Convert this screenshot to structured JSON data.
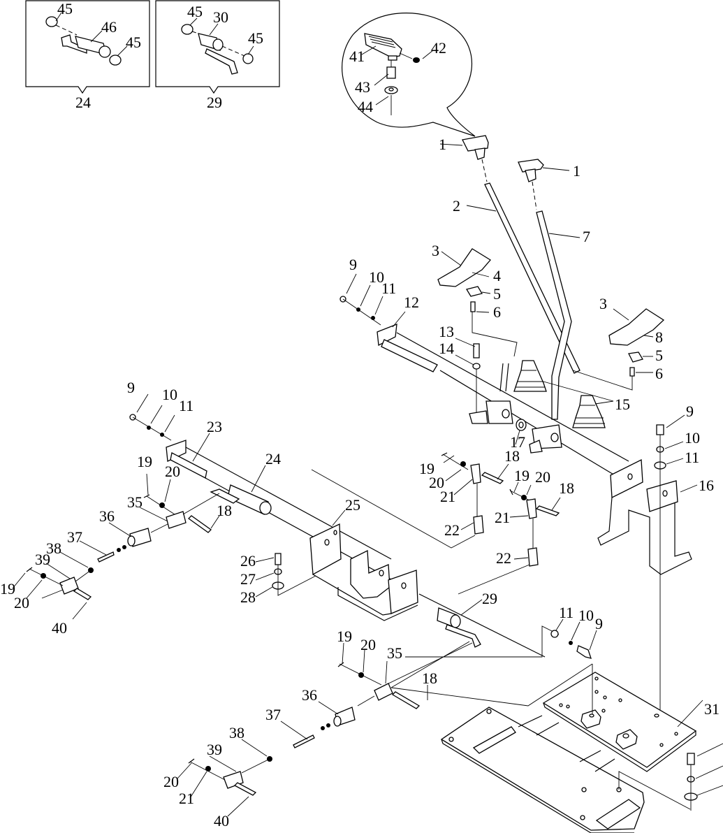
{
  "diagram": {
    "title": "Control lever and linkage assembly (exploded view)",
    "inset_boxes": [
      {
        "id": "inset-24",
        "ref": "24",
        "callouts": [
          "45",
          "46",
          "45"
        ]
      },
      {
        "id": "inset-29",
        "ref": "29",
        "callouts": [
          "45",
          "30",
          "45"
        ]
      }
    ],
    "detail_bubble": {
      "callouts": [
        "41",
        "42",
        "43",
        "44"
      ],
      "points_to": "1"
    },
    "labels": {
      "l45a": "45",
      "l46": "46",
      "l45b": "45",
      "l24inset": "24",
      "l45c": "45",
      "l30": "30",
      "l45d": "45",
      "l29inset": "29",
      "l41": "41",
      "l42": "42",
      "l43": "43",
      "l44": "44",
      "l1a": "1",
      "l1b": "1",
      "l2": "2",
      "l7": "7",
      "l3a": "3",
      "l4": "4",
      "l5a": "5",
      "l6a": "6",
      "l3b": "3",
      "l8": "8",
      "l5b": "5",
      "l6b": "6",
      "l9a": "9",
      "l10a": "10",
      "l11a": "11",
      "l12": "12",
      "l13": "13",
      "l14": "14",
      "l15": "15",
      "l16": "16",
      "l17": "17",
      "l9b": "9",
      "l10b": "10",
      "l11b": "11",
      "l19a": "19",
      "l20a": "20",
      "l21a": "21",
      "l22a": "22",
      "l18a": "18",
      "l19b": "19",
      "l20b": "20",
      "l21b": "21",
      "l22b": "22",
      "l18b": "18",
      "l9c": "9",
      "l10c": "10",
      "l11c": "11",
      "l23": "23",
      "l24": "24",
      "l19c": "19",
      "l20c": "20",
      "l35a": "35",
      "l18c": "18",
      "l36a": "36",
      "l37a": "37",
      "l38a": "38",
      "l39a": "39",
      "l19d": "19",
      "l20d": "20",
      "l40a": "40",
      "l25": "25",
      "l26": "26",
      "l27": "27",
      "l28": "28",
      "l29": "29",
      "l11d": "11",
      "l10d": "10",
      "l9d": "9",
      "l19e": "19",
      "l20e": "20",
      "l35b": "35",
      "l18d": "18",
      "l36b": "36",
      "l37b": "37",
      "l38b": "38",
      "l39b": "39",
      "l20f": "20",
      "l21c": "21",
      "l40b": "40",
      "l31": "31"
    }
  }
}
